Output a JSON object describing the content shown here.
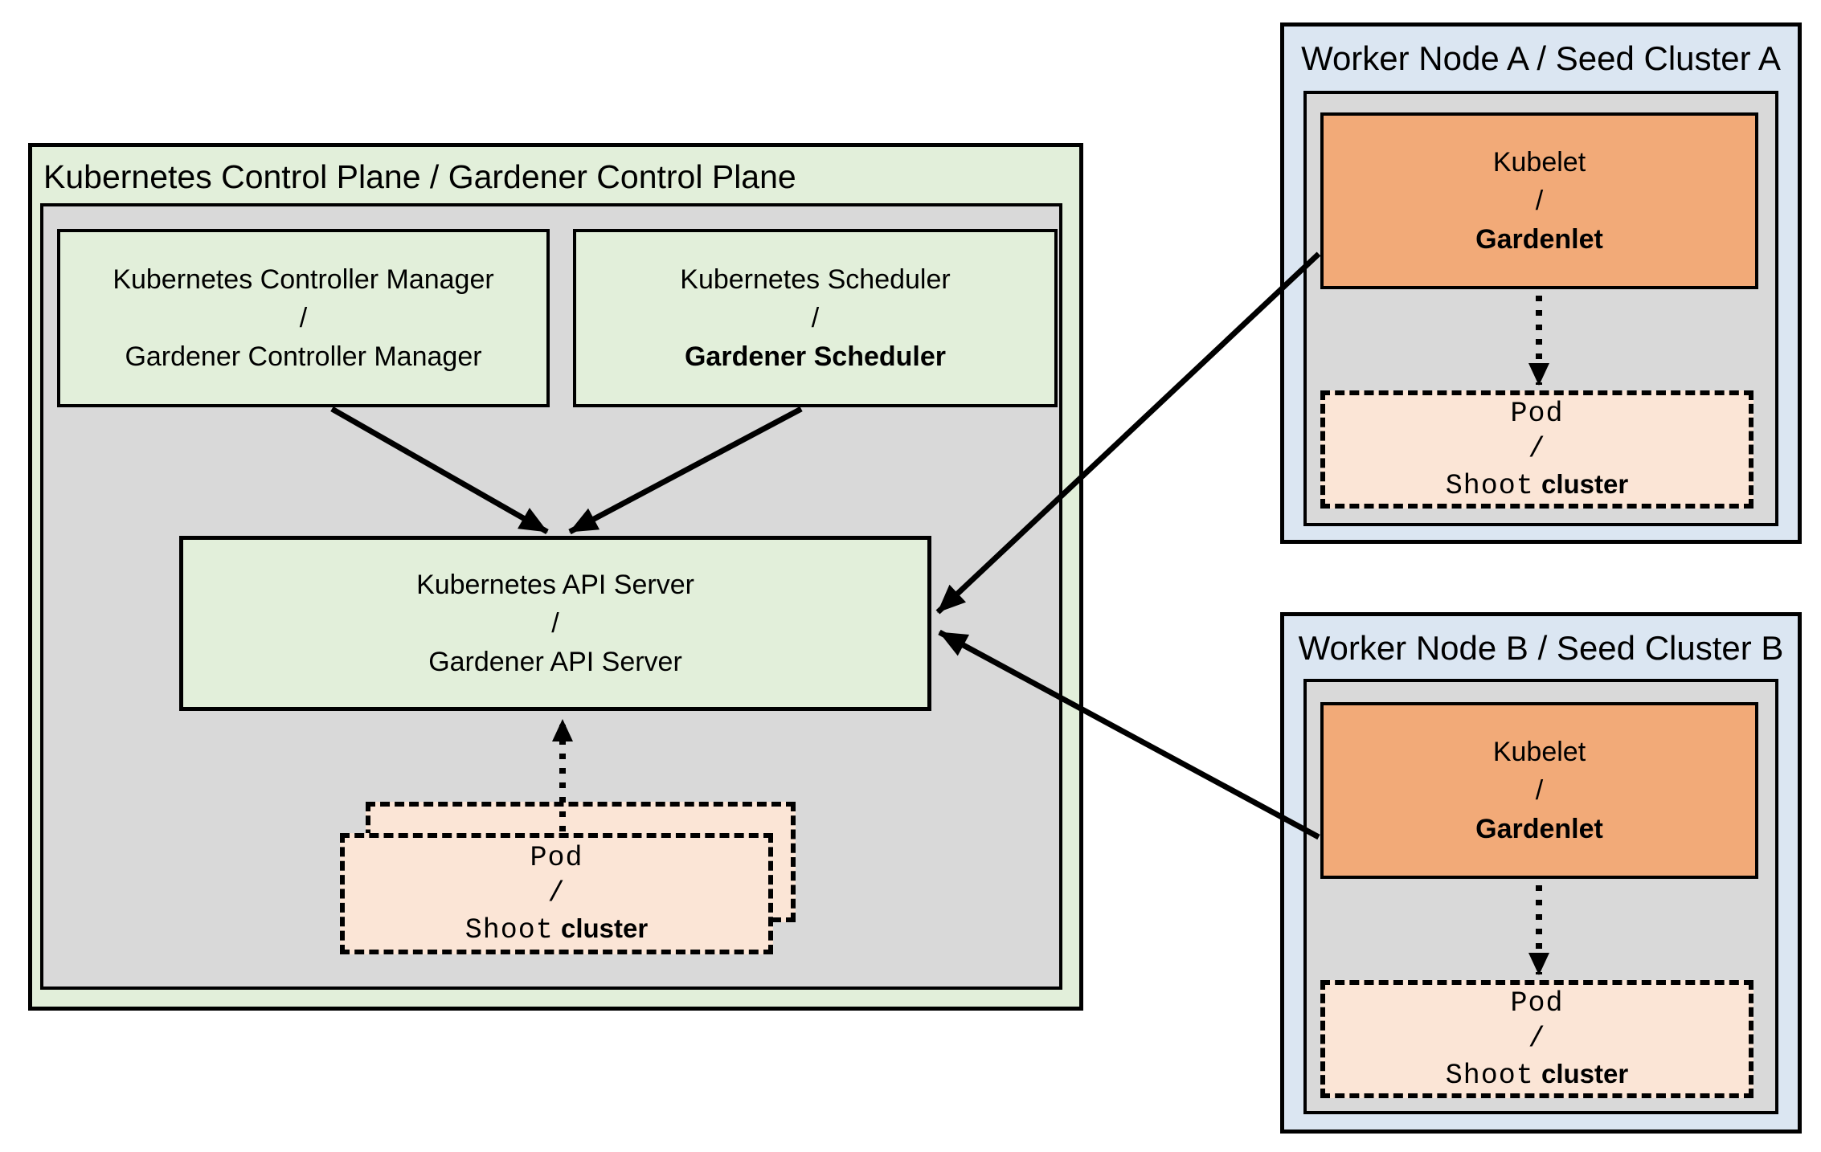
{
  "colors": {
    "green_light": "#e2efda",
    "gray": "#d9d9d9",
    "blue_light": "#dbe6f2",
    "orange": "#f2aa78",
    "peach": "#fbe5d6",
    "line": "#000000"
  },
  "control_plane": {
    "title": "Kubernetes Control Plane / Gardener Control Plane",
    "controller_manager": {
      "line1": "Kubernetes Controller Manager",
      "slash": "/",
      "line2": "Gardener Controller Manager"
    },
    "scheduler": {
      "line1": "Kubernetes Scheduler",
      "slash": "/",
      "line2": "Gardener Scheduler"
    },
    "api_server": {
      "line1": "Kubernetes API Server",
      "slash": "/",
      "line2": "Gardener API Server"
    },
    "pod_stack": {
      "pod": "Pod",
      "slash": "/",
      "shoot": "Shoot",
      "cluster": "cluster"
    }
  },
  "worker_nodes": [
    {
      "title": "Worker Node A / Seed Cluster A",
      "kubelet": {
        "line1": "Kubelet",
        "slash": "/",
        "line2": "Gardenlet"
      },
      "pod": {
        "pod": "Pod",
        "slash": "/",
        "shoot": "Shoot",
        "cluster": "cluster"
      }
    },
    {
      "title": "Worker Node B / Seed Cluster B",
      "kubelet": {
        "line1": "Kubelet",
        "slash": "/",
        "line2": "Gardenlet"
      },
      "pod": {
        "pod": "Pod",
        "slash": "/",
        "shoot": "Shoot",
        "cluster": "cluster"
      }
    }
  ]
}
